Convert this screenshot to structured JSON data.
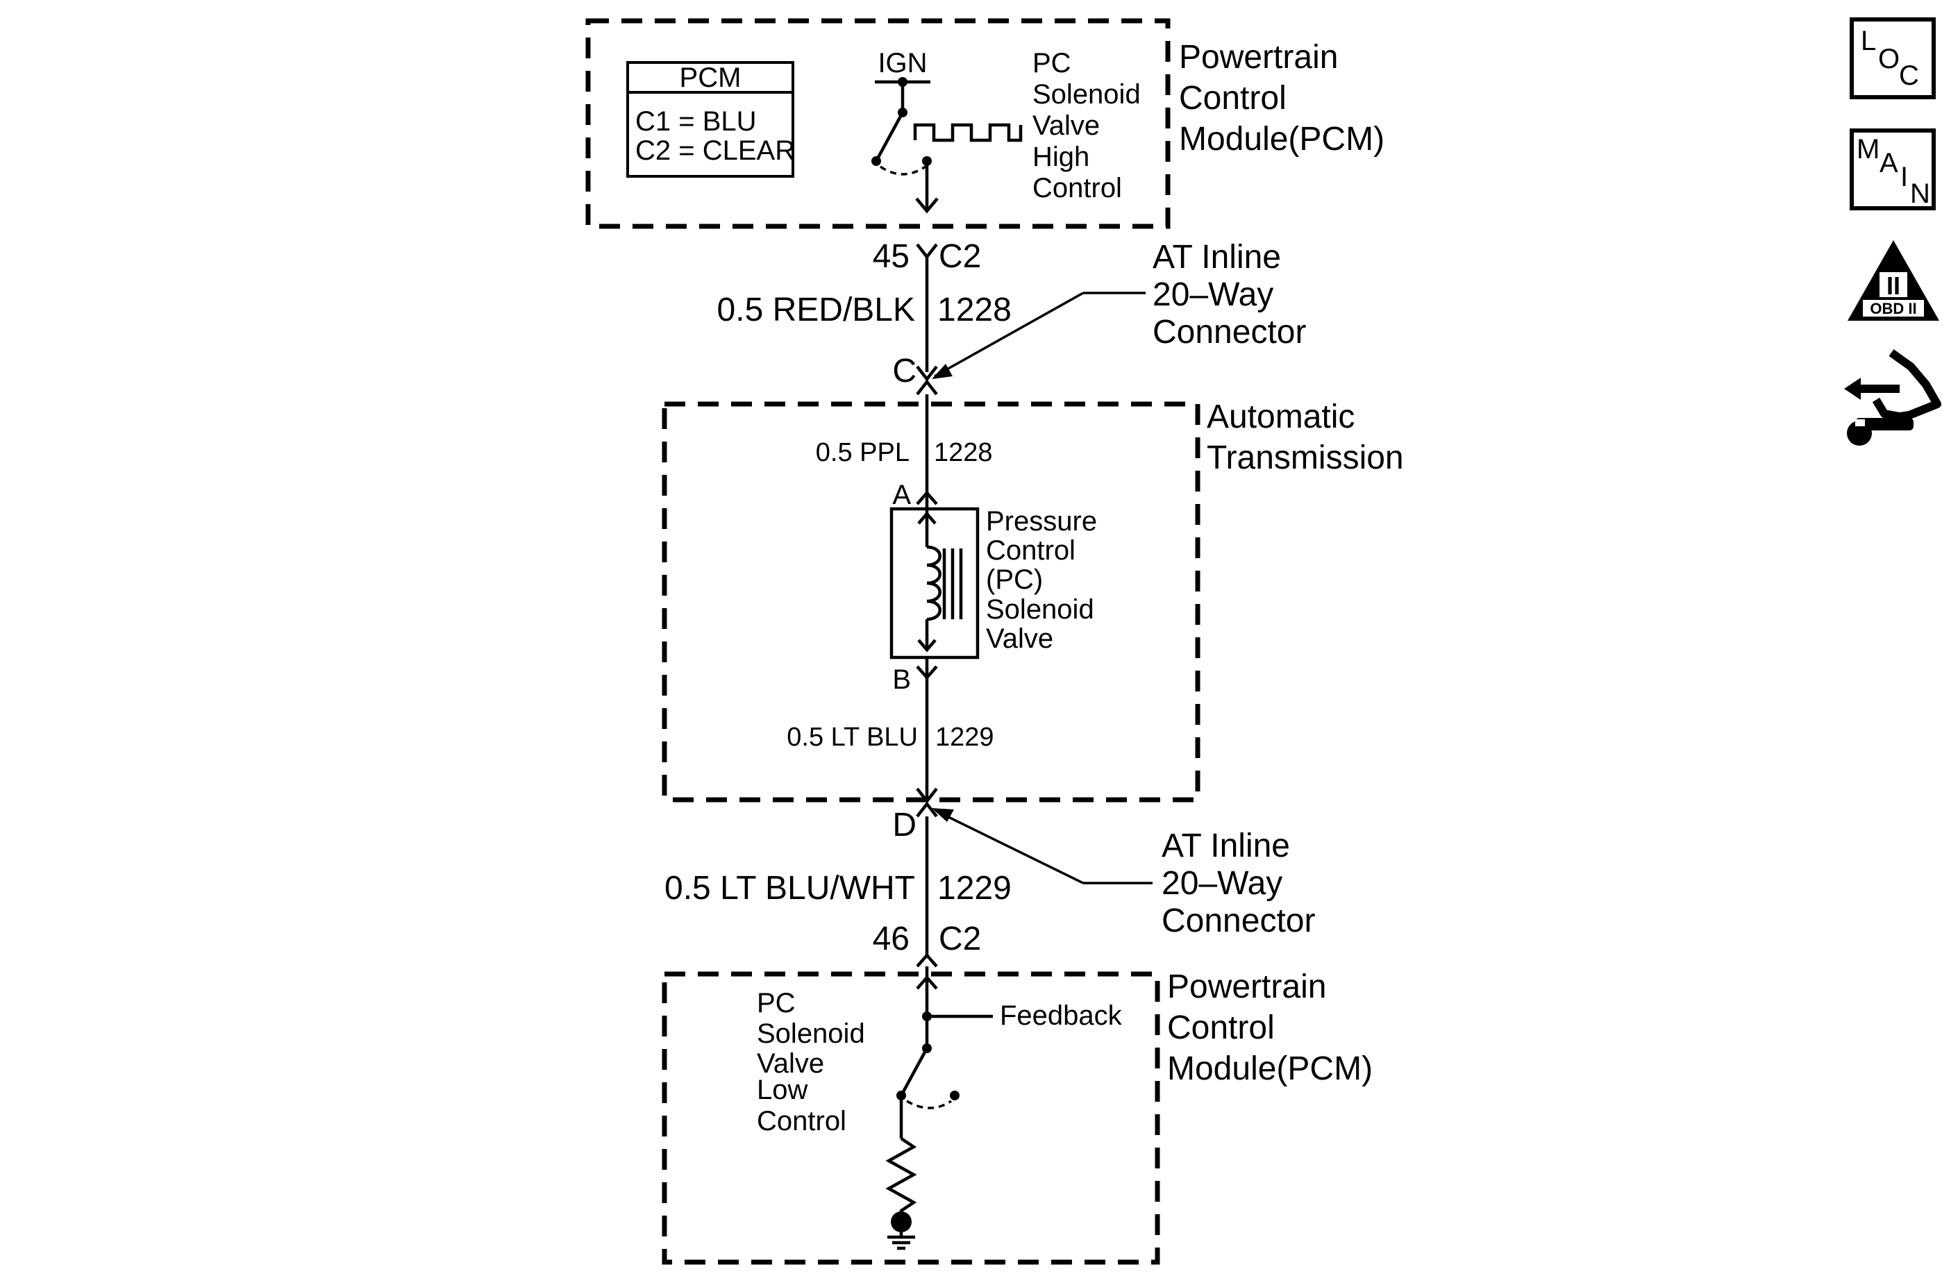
{
  "pcm_top": {
    "title": "Powertrain Control Module(PCM)",
    "title_lines": [
      "Powertrain",
      "Control",
      "Module(PCM)"
    ],
    "legend": {
      "header": "PCM",
      "lines": [
        "C1 = BLU",
        "C2 = CLEAR"
      ]
    },
    "ign_label": "IGN",
    "driver_label_lines": [
      "PC",
      "Solenoid",
      "Valve",
      "High",
      "Control"
    ],
    "pin": "45",
    "connector": "C2"
  },
  "wire_upper": {
    "gauge_color": "0.5 RED/BLK",
    "circuit": "1228"
  },
  "inline_connector_top": {
    "pin": "C",
    "label_lines": [
      "AT Inline",
      "20–Way",
      "Connector"
    ]
  },
  "transmission": {
    "title_lines": [
      "Automatic",
      "Transmission"
    ],
    "wire_in": {
      "gauge_color": "0.5 PPL",
      "circuit": "1228"
    },
    "pin_a": "A",
    "pin_b": "B",
    "solenoid_label_lines": [
      "Pressure",
      "Control",
      "(PC)",
      "Solenoid",
      "Valve"
    ],
    "wire_out": {
      "gauge_color": "0.5 LT BLU",
      "circuit": "1229"
    }
  },
  "inline_connector_bottom": {
    "pin": "D",
    "label_lines": [
      "AT Inline",
      "20–Way",
      "Connector"
    ]
  },
  "wire_lower": {
    "gauge_color": "0.5 LT BLU/WHT",
    "circuit": "1229"
  },
  "pcm_bottom": {
    "pin": "46",
    "connector": "C2",
    "title_lines": [
      "Powertrain",
      "Control",
      "Module(PCM)"
    ],
    "feedback_label": "Feedback",
    "driver_label_lines": [
      "PC",
      "Solenoid",
      "Valve",
      "Low",
      "Control"
    ]
  },
  "side_icons": [
    {
      "name": "loc-icon",
      "letters": [
        "L",
        "O",
        "C"
      ]
    },
    {
      "name": "main-icon",
      "letters": [
        "M",
        "A",
        "I",
        "N"
      ]
    },
    {
      "name": "obd-ii-icon",
      "letters": [
        "II",
        "OBD II"
      ]
    },
    {
      "name": "diagnostic-wrench-icon"
    }
  ]
}
